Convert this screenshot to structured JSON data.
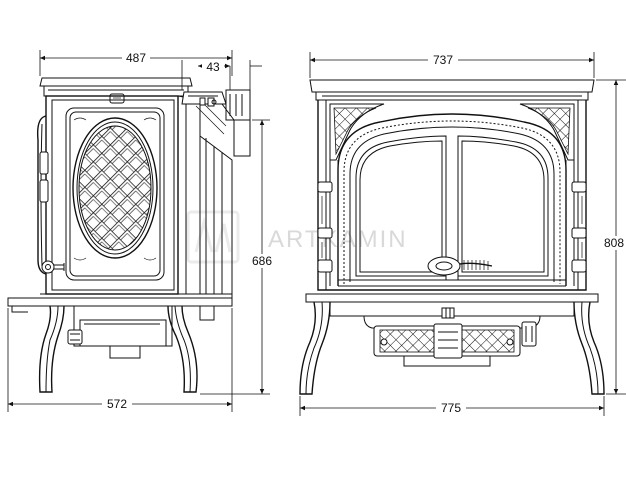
{
  "dimensions": {
    "side_top_width": "487",
    "side_flue_offset": "43",
    "side_height": "686",
    "side_base_width": "572",
    "front_top_width": "737",
    "front_height": "808",
    "front_base_width": "775"
  },
  "watermark": "ARTKAMIN"
}
